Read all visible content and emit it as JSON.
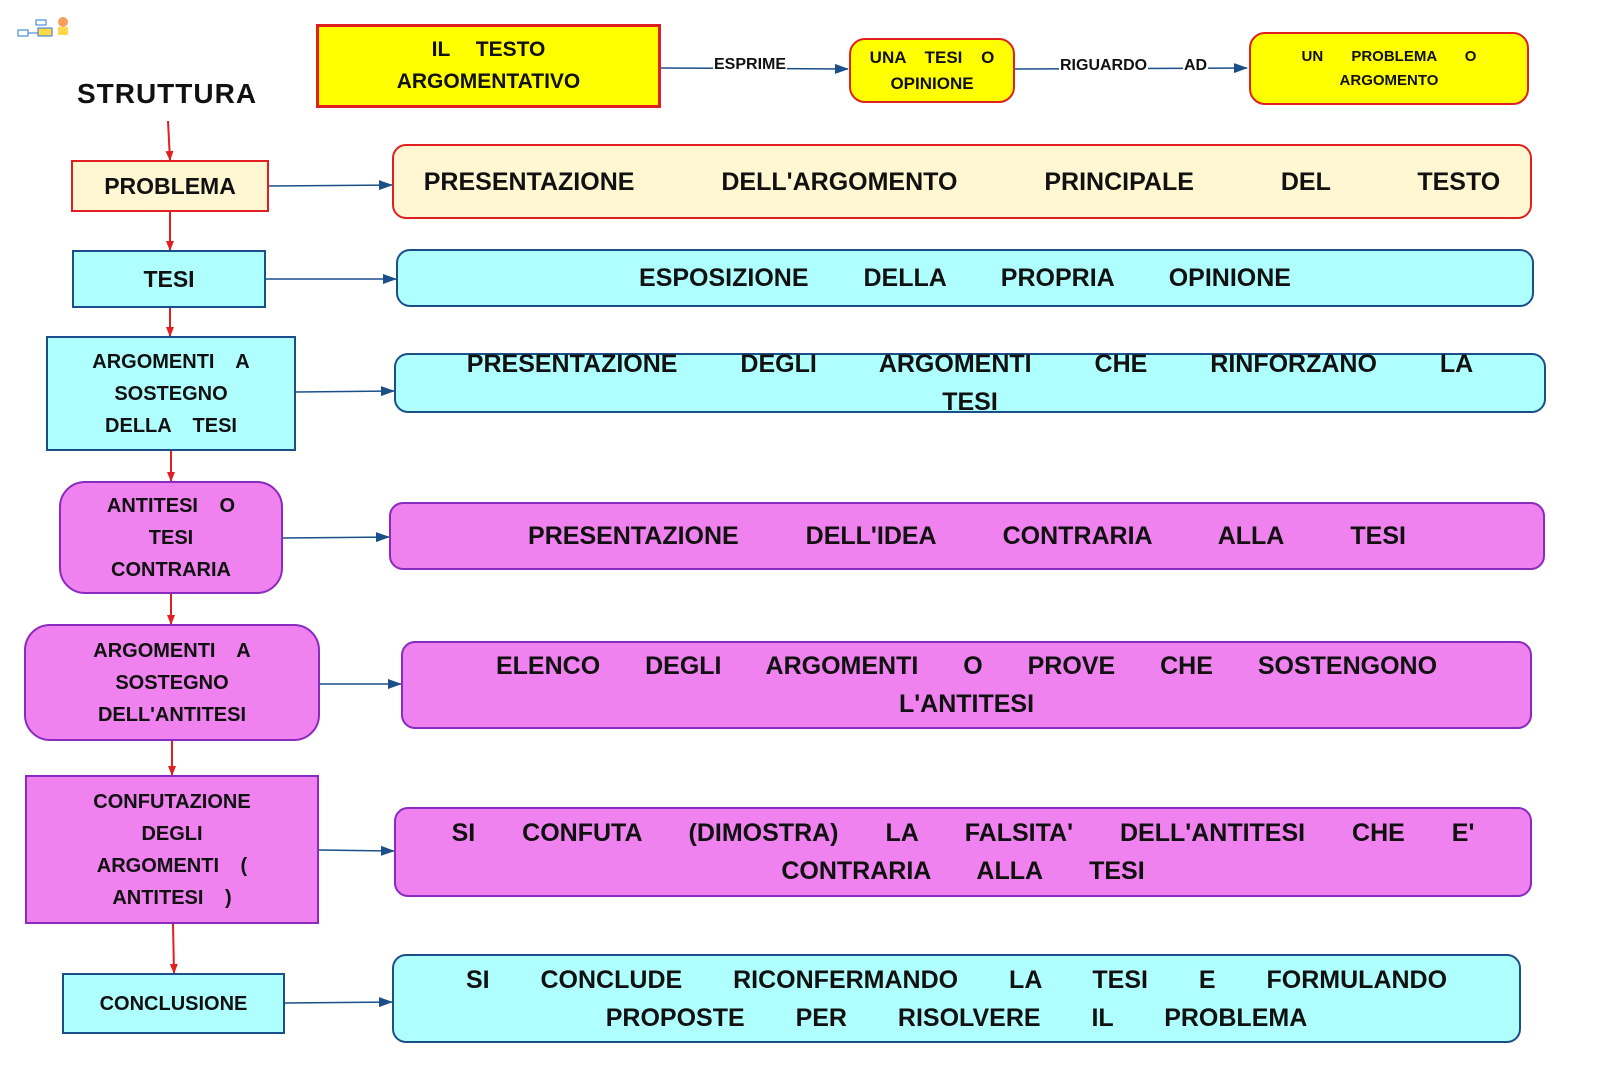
{
  "header": {
    "structure_label": "STRUTTURA",
    "main_title": "IL TESTO ARGOMENTATIVO",
    "expresses_label": "ESPRIME",
    "thesis_or_opinion": "UNA TESI O OPINIONE",
    "regarding_label": "RIGUARDO",
    "to_label": "AD",
    "problem_or_argument": "UN PROBLEMA O ARGOMENTO"
  },
  "steps": [
    {
      "name": "PROBLEMA",
      "description": "PRESENTAZIONE DELL'ARGOMENTO PRINCIPALE DEL TESTO"
    },
    {
      "name": "TESI",
      "description": "ESPOSIZIONE DELLA PROPRIA OPINIONE"
    },
    {
      "name": "ARGOMENTI A SOSTEGNO DELLA TESI",
      "description": "PRESENTAZIONE DEGLI ARGOMENTI CHE RINFORZANO LA TESI"
    },
    {
      "name": "ANTITESI O TESI CONTRARIA",
      "description": "PRESENTAZIONE DELL'IDEA CONTRARIA ALLA TESI"
    },
    {
      "name": "ARGOMENTI A SOSTEGNO DELL'ANTITESI",
      "description": "ELENCO DEGLI ARGOMENTI O PROVE CHE SOSTENGONO L'ANTITESI"
    },
    {
      "name": "CONFUTAZIONE DEGLI ARGOMENTI ( ANTITESI )",
      "description": "SI CONFUTA (DIMOSTRA) LA FALSITA' DELL'ANTITESI CHE E' CONTRARIA ALLA TESI"
    },
    {
      "name": "CONCLUSIONE",
      "description": "SI CONCLUDE RICONFERMANDO LA TESI E FORMULANDO PROPOSTE PER RISOLVERE IL PROBLEMA"
    }
  ],
  "colors": {
    "yellow": "#ffff00",
    "cream": "#fff6d2",
    "cyan": "#b0ffff",
    "pink": "#ef82ef",
    "red_border": "#e02020",
    "blue_border": "#1a4f8a",
    "purple_border": "#8a2abf",
    "red_arrow": "#e02020",
    "blue_arrow": "#1a4f8a"
  }
}
